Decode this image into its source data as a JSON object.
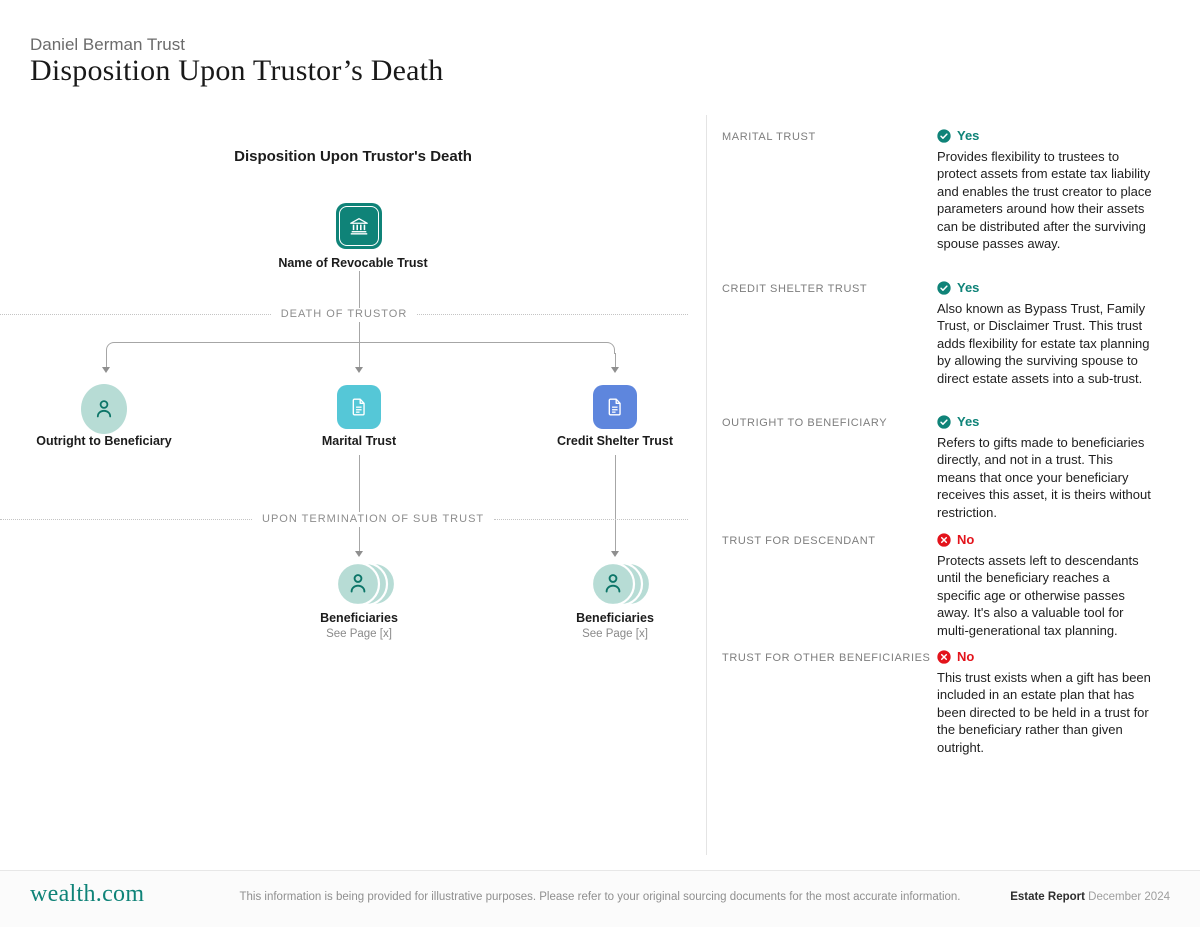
{
  "header": {
    "eyebrow": "Daniel Berman Trust",
    "title": "Disposition Upon Trustor’s Death"
  },
  "diagram": {
    "title": "Disposition Upon Trustor's Death",
    "root_label": "Name of Revocable Trust",
    "root_icon": "bank-icon",
    "divider_death": "DEATH OF TRUSTOR",
    "divider_termination": "UPON TERMINATION OF SUB TRUST",
    "branches": [
      {
        "label": "Outright to Beneficiary",
        "icon": "person-icon"
      },
      {
        "label": "Marital Trust",
        "icon": "document-icon"
      },
      {
        "label": "Credit Shelter Trust",
        "icon": "document-icon"
      }
    ],
    "beneficiaries": [
      {
        "label": "Beneficiaries",
        "sub": "See Page [x]",
        "icon": "people-stack-icon"
      },
      {
        "label": "Beneficiaries",
        "sub": "See Page [x]",
        "icon": "people-stack-icon"
      }
    ]
  },
  "panel": {
    "sections": [
      {
        "label": "MARITAL TRUST",
        "status": "Yes",
        "body": "Provides flexibility to trustees to protect assets from estate tax liability and enables the trust creator to place parameters around how their assets can be distributed after the surviving spouse passes away."
      },
      {
        "label": "CREDIT SHELTER TRUST",
        "status": "Yes",
        "body": "Also known as Bypass Trust, Family Trust, or Disclaimer Trust. This trust adds flexibility for estate tax planning by allowing the surviving spouse to direct estate assets into a sub-trust."
      },
      {
        "label": "OUTRIGHT TO BENEFICIARY",
        "status": "Yes",
        "body": "Refers to gifts made to beneficiaries directly, and not in a trust. This means that once your beneficiary receives this asset, it is theirs without restriction."
      },
      {
        "label": "TRUST FOR DESCENDANT",
        "status": "No",
        "body": "Protects assets left to descendants until the beneficiary reaches a specific age or otherwise passes away. It's also a valuable tool for multi-generational tax planning."
      },
      {
        "label": "TRUST FOR OTHER BENEFICIARIES",
        "status": "No",
        "body": "This trust exists when a gift has been included in an estate plan that has been directed to be held in a trust for the beneficiary rather than given outright."
      }
    ]
  },
  "footer": {
    "logo": "wealth.com",
    "disclaimer": "This information is being provided for illustrative purposes. Please refer to your original sourcing documents for the most accurate information.",
    "report_name": "Estate Report",
    "report_date": "December 2024"
  },
  "colors": {
    "accent_teal": "#0F8378",
    "light_teal": "#B7DCD5",
    "cyan_node": "#55C7D7",
    "blue_node": "#5E86DD",
    "no_red": "#E3131B"
  }
}
